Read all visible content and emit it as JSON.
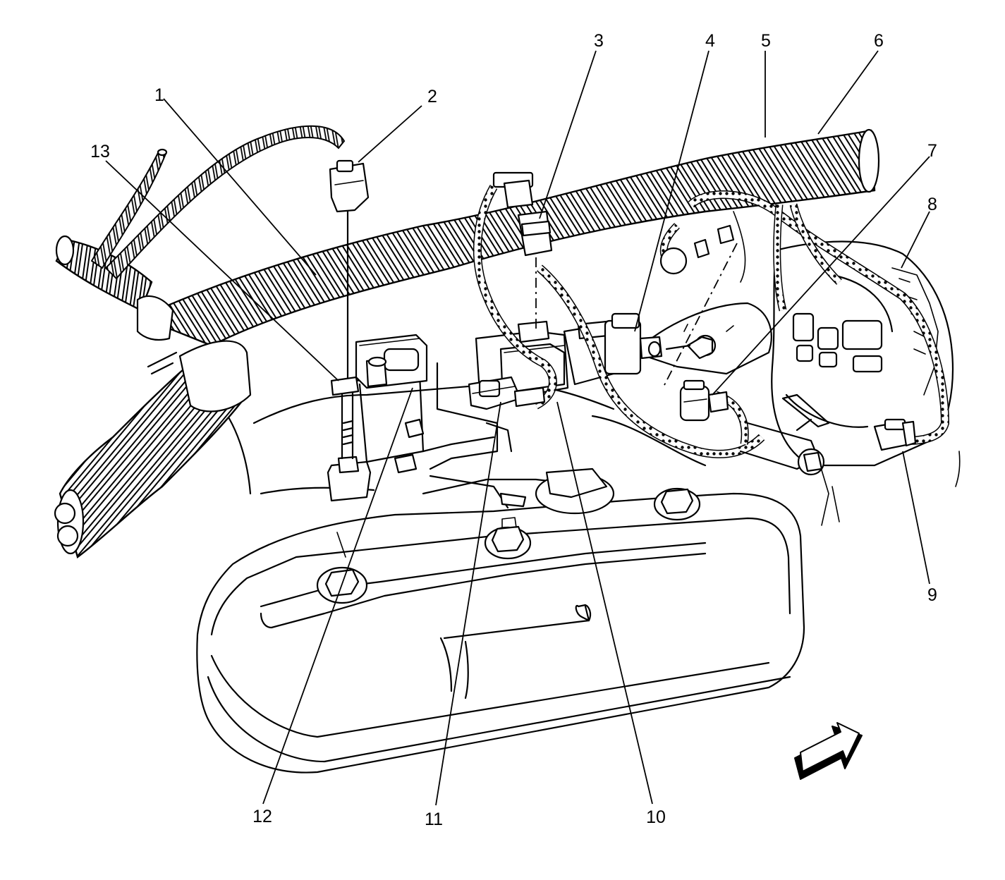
{
  "callouts": [
    {
      "id": "1",
      "label": "1"
    },
    {
      "id": "2",
      "label": "2"
    },
    {
      "id": "3",
      "label": "3"
    },
    {
      "id": "4",
      "label": "4"
    },
    {
      "id": "5",
      "label": "5"
    },
    {
      "id": "6",
      "label": "6"
    },
    {
      "id": "7",
      "label": "7"
    },
    {
      "id": "8",
      "label": "8"
    },
    {
      "id": "9",
      "label": "9"
    },
    {
      "id": "10",
      "label": "10"
    },
    {
      "id": "11",
      "label": "11"
    },
    {
      "id": "12",
      "label": "12"
    },
    {
      "id": "13",
      "label": "13"
    }
  ],
  "colors": {
    "line": "#000000",
    "background": "#ffffff"
  },
  "icons": {
    "direction": "direction-arrow-icon"
  }
}
